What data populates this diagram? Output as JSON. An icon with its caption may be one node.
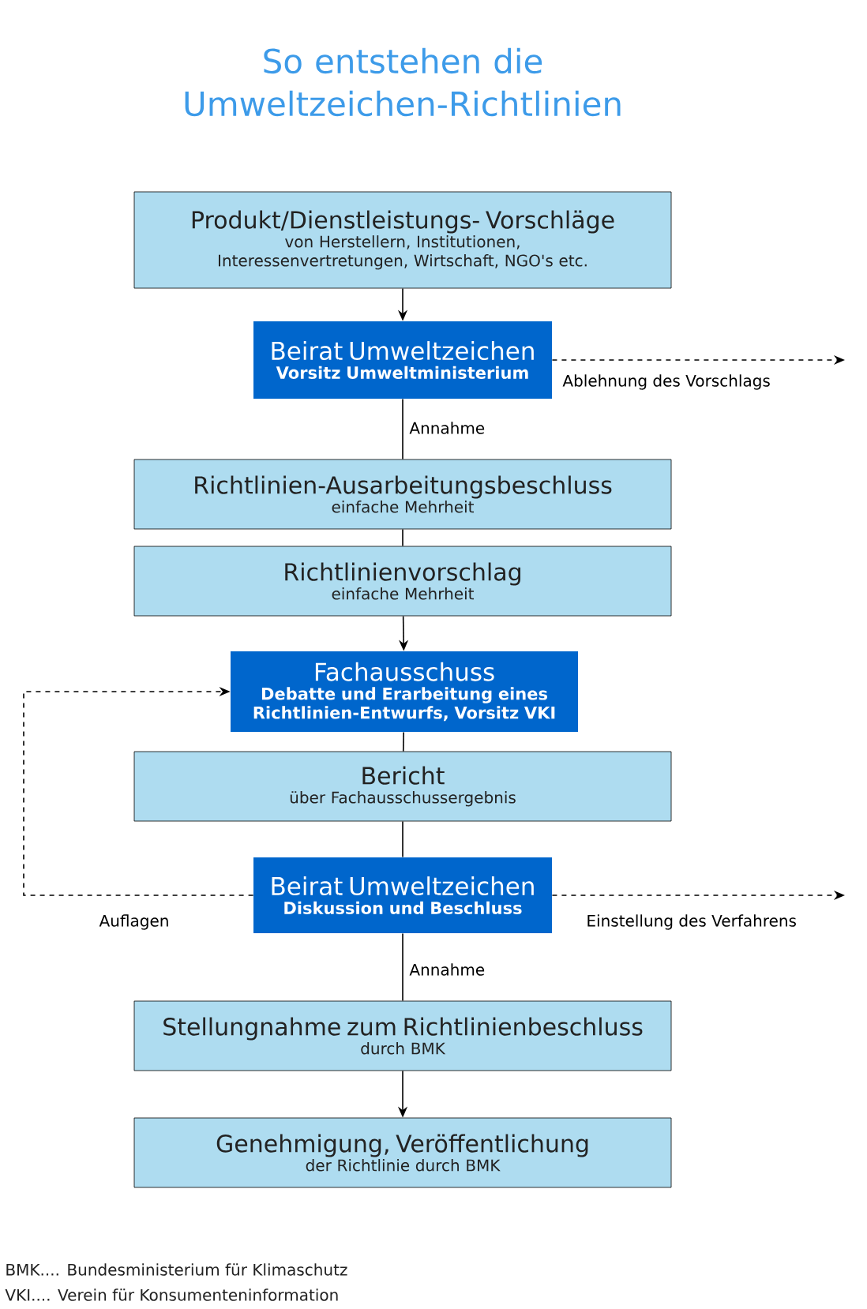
{
  "diagram": {
    "title": "So entstehen die Umweltzeichen-Richtlinien",
    "nodes": [
      {
        "text": [
          "Produkt/Dienstleistungs- Vorschläge",
          "von Herstellern, Institutionen, Interessenvertretungen, Wirtschaft, NGO's etc."
        ]
      },
      {
        "text": [
          "Beirat Umweltzeichen",
          "Vorsitz Umweltministerium"
        ]
      },
      {
        "text": [
          "Richtlinien-Ausarbeitungsbeschluss",
          "einfache Mehrheit"
        ]
      },
      {
        "text": [
          "Richtlinienvorschlag",
          "einfache Mehrheit"
        ]
      },
      {
        "text": [
          "Fachausschuss",
          "Debatte und Erarbeitung eines Richtlinien-Entwurfs, Vorsitz VKI"
        ]
      },
      {
        "text": [
          "Bericht",
          "über Fachausschussergebnis"
        ]
      },
      {
        "text": [
          "Beirat Umweltzeichen",
          "Diskussion und Beschluss"
        ]
      },
      {
        "text": [
          "Stellungnahme zum Richtlinienbeschluss",
          "durch BMK"
        ]
      },
      {
        "text": [
          "Genehmigung, Veröffentlichung",
          "der Richtlinie durch BMK"
        ]
      }
    ],
    "edges": [
      {
        "from": 0,
        "to": 1,
        "arrow": "to"
      },
      {
        "from": 1,
        "to": null,
        "arrow": "to",
        "label": "Ablehnung des Vorschlags",
        "style": "dashed"
      },
      {
        "from": 1,
        "to": 2,
        "arrow": "none",
        "label": "Annahme"
      },
      {
        "from": 2,
        "to": 3,
        "arrow": "none"
      },
      {
        "from": 3,
        "to": 4,
        "arrow": "to"
      },
      {
        "from": 4,
        "to": 5,
        "arrow": "none"
      },
      {
        "from": 5,
        "to": 6,
        "arrow": "none"
      },
      {
        "from": 6,
        "to": 4,
        "arrow": "to",
        "label": "Auflagen",
        "style": "dashed"
      },
      {
        "from": 6,
        "to": null,
        "arrow": "to",
        "label": "Einstellung des Verfahrens",
        "style": "dashed"
      },
      {
        "from": 6,
        "to": 7,
        "arrow": "none",
        "label": "Annahme"
      },
      {
        "from": 7,
        "to": 8,
        "arrow": "to"
      }
    ],
    "labels": [
      "BMK.... Bundesministerium für Klimaschutz",
      "VKI.... Verein für Konsumenteninformation"
    ]
  }
}
